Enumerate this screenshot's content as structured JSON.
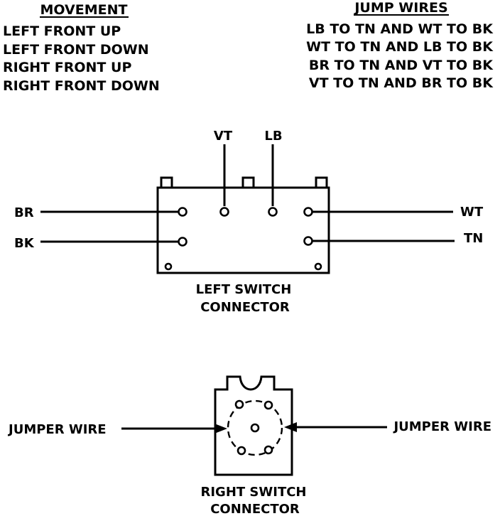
{
  "table": {
    "movement_header": "MOVEMENT",
    "jump_header": "JUMP WIRES",
    "rows": [
      {
        "movement": "LEFT FRONT UP",
        "jump": "LB TO TN AND WT TO BK"
      },
      {
        "movement": "LEFT FRONT DOWN",
        "jump": "WT TO TN AND LB TO BK"
      },
      {
        "movement": "RIGHT FRONT UP",
        "jump": "BR TO TN AND VT TO BK"
      },
      {
        "movement": "RIGHT FRONT DOWN",
        "jump": "VT TO TN AND BR TO BK"
      }
    ]
  },
  "left_connector": {
    "caption_line1": "LEFT SWITCH",
    "caption_line2": "CONNECTOR",
    "wires": {
      "vt": "VT",
      "lb": "LB",
      "br": "BR",
      "bk": "BK",
      "wt": "WT",
      "tn": "TN"
    }
  },
  "right_connector": {
    "caption_line1": "RIGHT SWITCH",
    "caption_line2": "CONNECTOR",
    "left_label": "JUMPER WIRE",
    "right_label": "JUMPER WIRE"
  }
}
